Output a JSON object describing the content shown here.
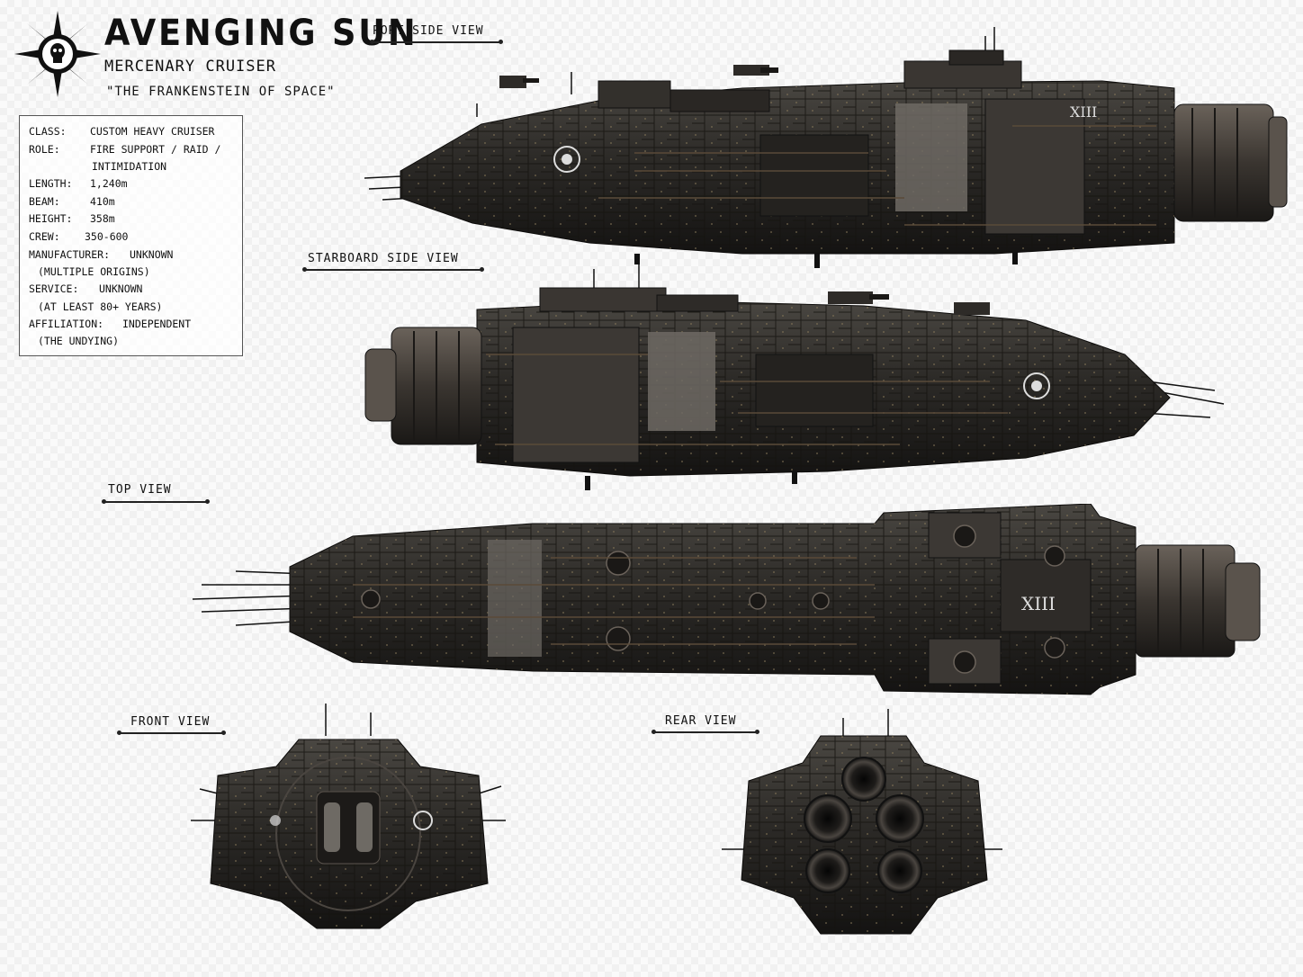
{
  "header": {
    "title": "AVENGING SUN",
    "subtitle": "MERCENARY CRUISER",
    "tagline": "\"THE FRANKENSTEIN OF SPACE\""
  },
  "specs": {
    "class": {
      "label": "CLASS:",
      "value": "CUSTOM HEAVY CRUISER"
    },
    "role": {
      "label": "ROLE:",
      "value": "FIRE SUPPORT / RAID /",
      "value_cont": "INTIMIDATION"
    },
    "length": {
      "label": "LENGTH:",
      "value": "1,240m"
    },
    "beam": {
      "label": "BEAM:",
      "value": "410m"
    },
    "height": {
      "label": "HEIGHT:",
      "value": "358m"
    },
    "crew": {
      "label": "CREW:",
      "value": "350-600"
    },
    "manufacturer": {
      "label": "MANUFACTURER:",
      "value": "UNKNOWN",
      "value_cont": "(MULTIPLE ORIGINS)"
    },
    "service": {
      "label": "SERVICE:",
      "value": "UNKNOWN",
      "value_cont": "(AT LEAST 80+ YEARS)"
    },
    "affiliation": {
      "label": "AFFILIATION:",
      "value": "INDEPENDENT",
      "value_cont": "(THE UNDYING)"
    }
  },
  "views": {
    "port": "PORT SIDE VIEW",
    "starboard": "STARBOARD SIDE VIEW",
    "top": "TOP VIEW",
    "front": "FRONT VIEW",
    "rear": "REAR VIEW"
  },
  "hull_markings": {
    "numeral": "XIII"
  },
  "colors": {
    "hull": "#2a2826",
    "hull_light": "#4a4640",
    "patch": "#8a8680",
    "rust": "#5a4a38",
    "ink": "#111111"
  },
  "icons": [
    "skull-sun-emblem-icon"
  ]
}
